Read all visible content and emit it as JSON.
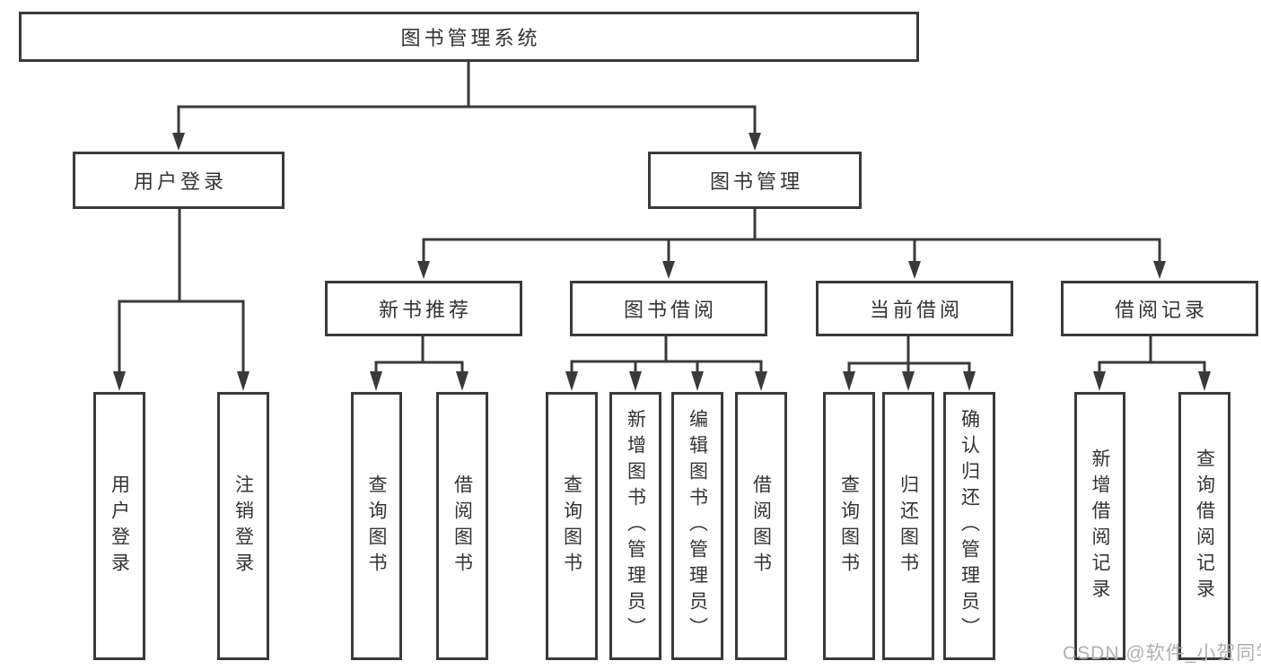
{
  "colors": {
    "line": "#3a3a3a",
    "text": "#333333",
    "watermark": "#b0b0b0",
    "background": "#ffffff"
  },
  "watermark": "CSDN @软件_小贺同学",
  "root": {
    "label": "图书管理系统",
    "children": [
      {
        "label": "用户登录",
        "children": [
          {
            "label": "用户登录"
          },
          {
            "label": "注销登录"
          }
        ]
      },
      {
        "label": "图书管理",
        "children": [
          {
            "label": "新书推荐",
            "children": [
              {
                "label": "查询图书"
              },
              {
                "label": "借阅图书"
              }
            ]
          },
          {
            "label": "图书借阅",
            "children": [
              {
                "label": "查询图书"
              },
              {
                "label": "新增图书（管理员）"
              },
              {
                "label": "编辑图书（管理员）"
              },
              {
                "label": "借阅图书"
              }
            ]
          },
          {
            "label": "当前借阅",
            "children": [
              {
                "label": "查询图书"
              },
              {
                "label": "归还图书"
              },
              {
                "label": "确认归还（管理员）"
              }
            ]
          },
          {
            "label": "借阅记录",
            "children": [
              {
                "label": "新增借阅记录"
              },
              {
                "label": "查询借阅记录"
              }
            ]
          }
        ]
      }
    ]
  }
}
